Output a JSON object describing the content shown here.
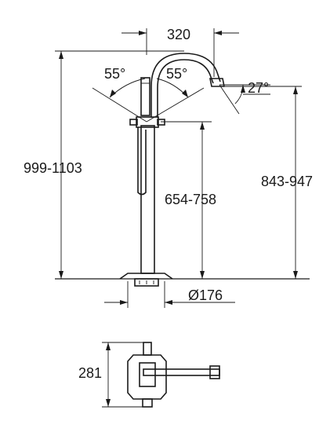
{
  "dimensions": {
    "spout_reach": "320",
    "angle_left": "55°",
    "angle_right": "55°",
    "spout_angle": "27°",
    "total_height": "999-1103",
    "handle_height": "654-758",
    "spout_height": "843-947",
    "base_diameter": "Ø176",
    "plan_depth": "281"
  }
}
